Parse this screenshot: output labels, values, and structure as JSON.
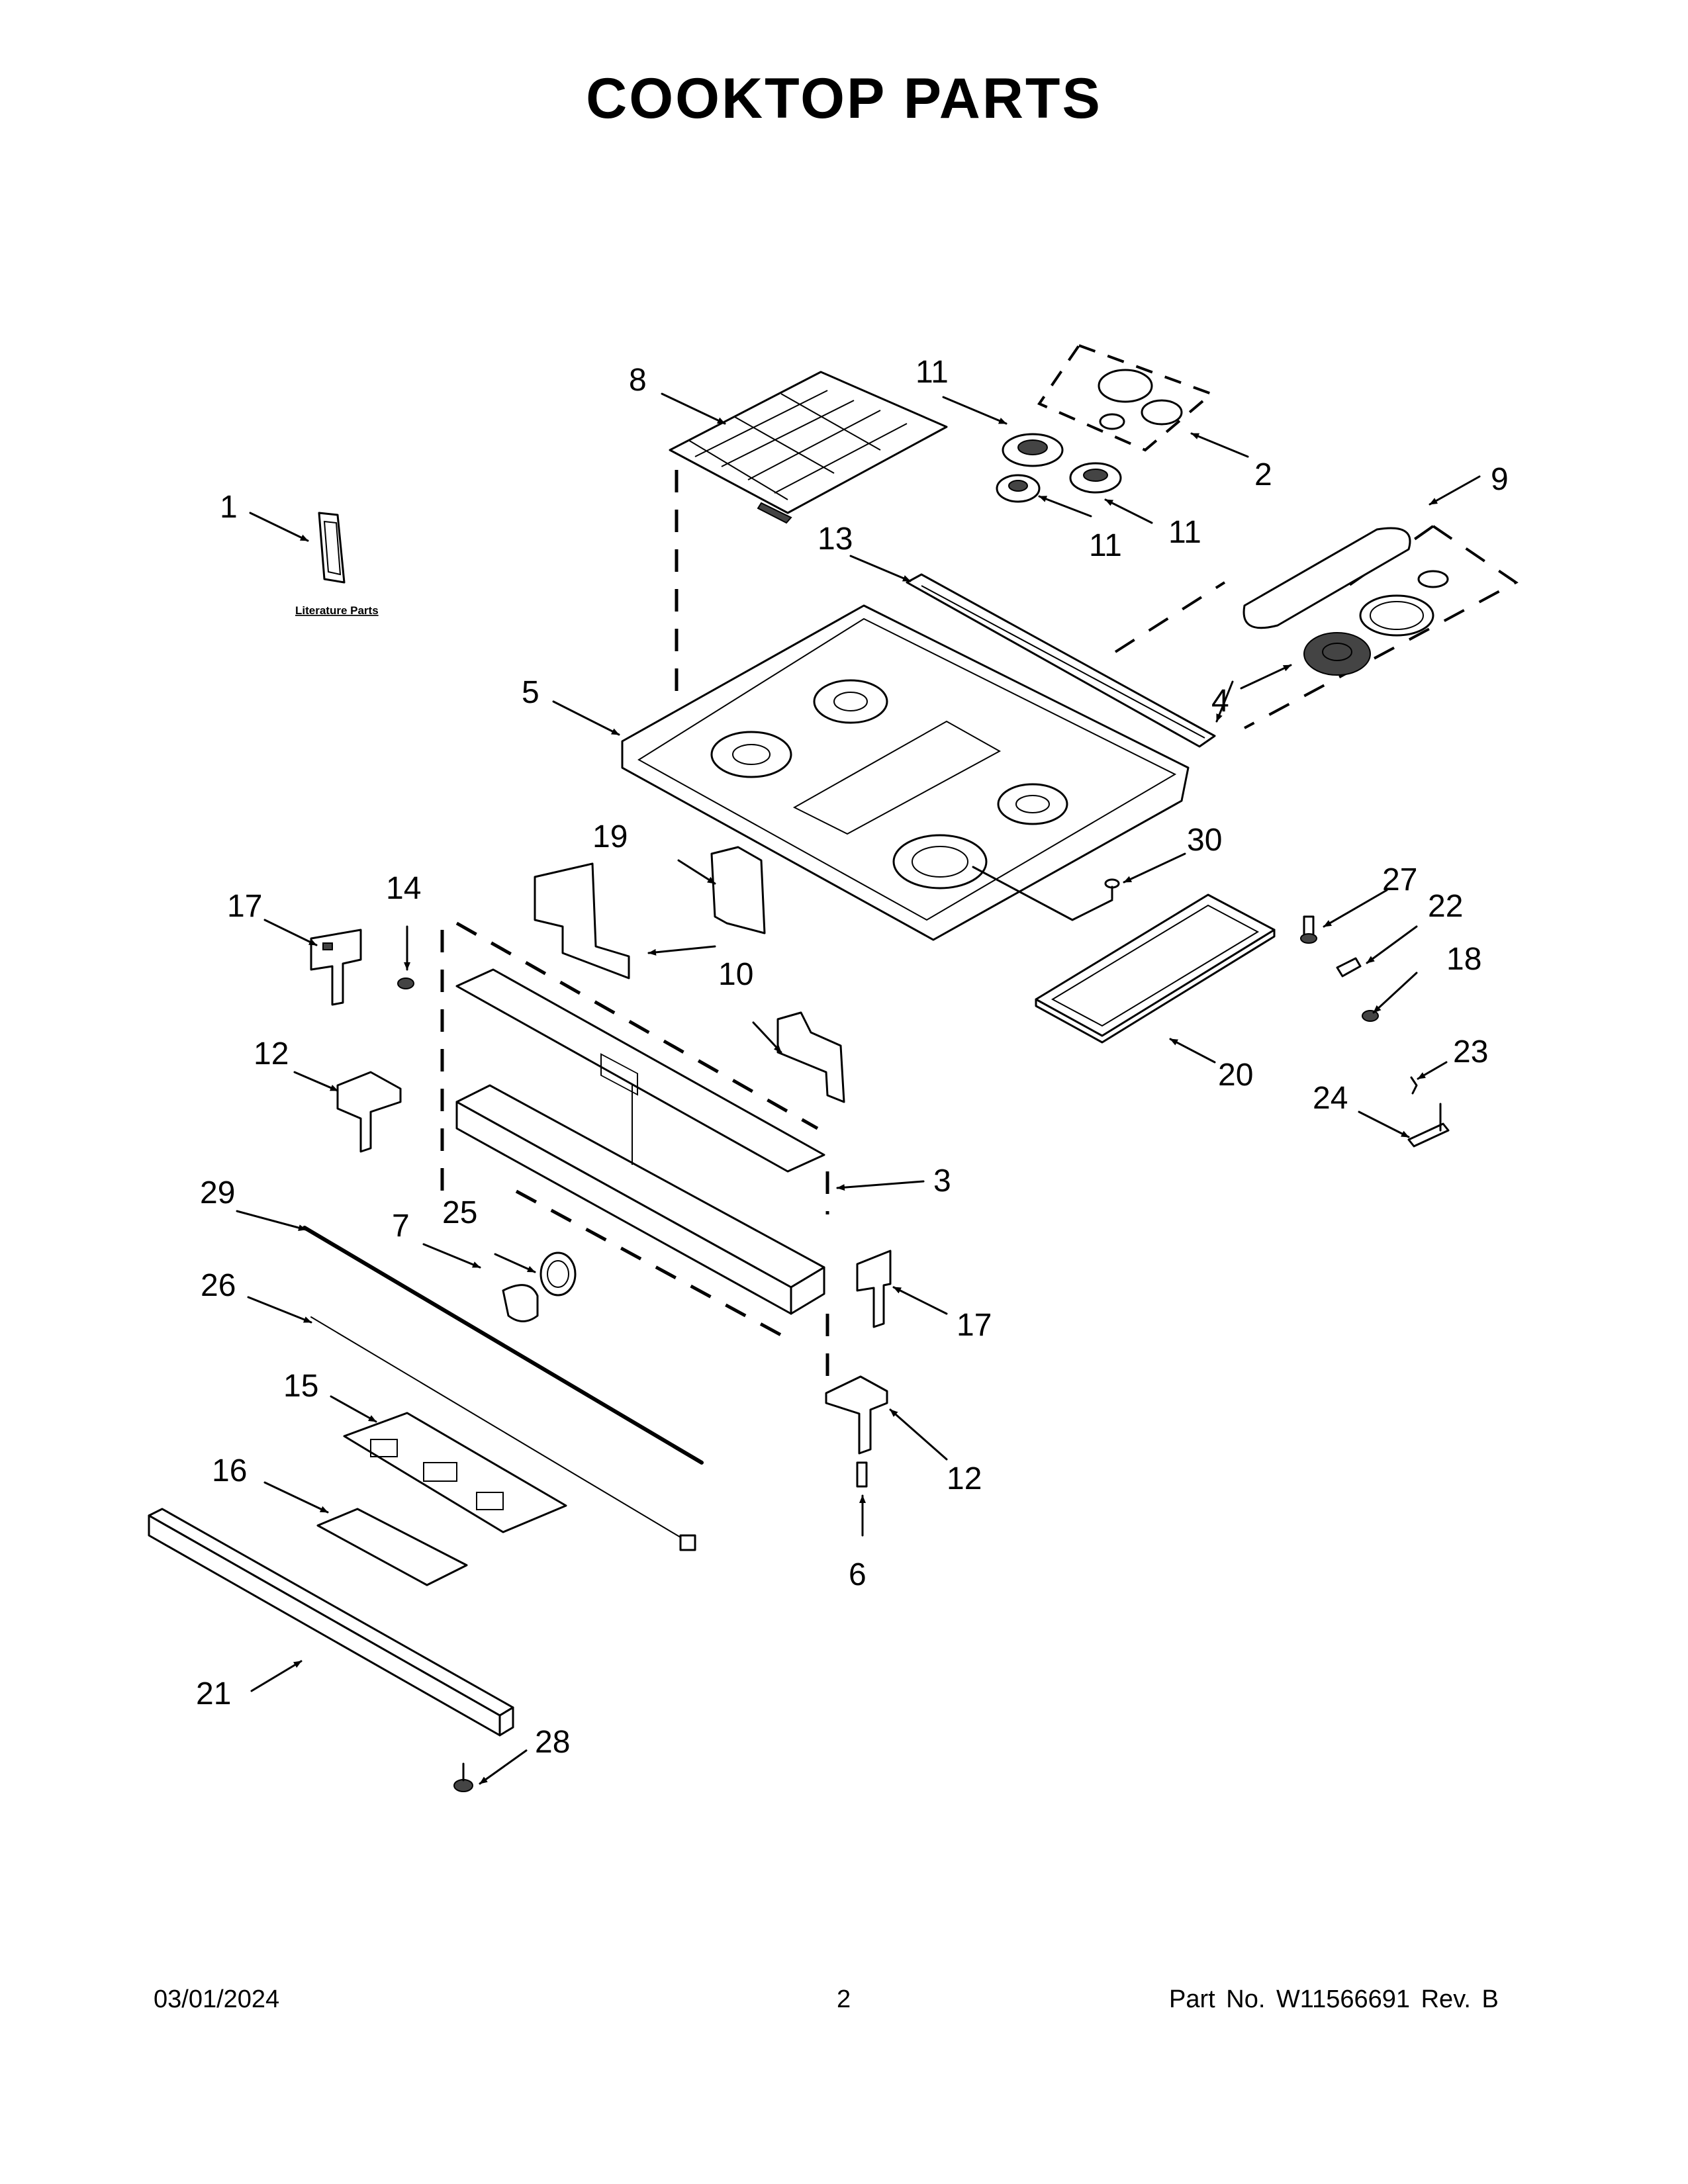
{
  "title": "COOKTOP PARTS",
  "literature_label": "Literature Parts",
  "callouts": {
    "c1": "1",
    "c2": "2",
    "c3": "3",
    "c4": "4",
    "c5": "5",
    "c6": "6",
    "c7": "7",
    "c8": "8",
    "c9": "9",
    "c10": "10",
    "c11a": "11",
    "c11b": "11",
    "c11c": "11",
    "c12a": "12",
    "c12b": "12",
    "c13": "13",
    "c14": "14",
    "c15": "15",
    "c16": "16",
    "c17a": "17",
    "c17b": "17",
    "c18": "18",
    "c19": "19",
    "c20": "20",
    "c21": "21",
    "c22": "22",
    "c23": "23",
    "c24": "24",
    "c25": "25",
    "c26": "26",
    "c27": "27",
    "c28": "28",
    "c29": "29",
    "c30": "30"
  },
  "footer": {
    "date": "03/01/2024",
    "page": "2",
    "part_number": "Part No.  W11566691  Rev.  B"
  }
}
